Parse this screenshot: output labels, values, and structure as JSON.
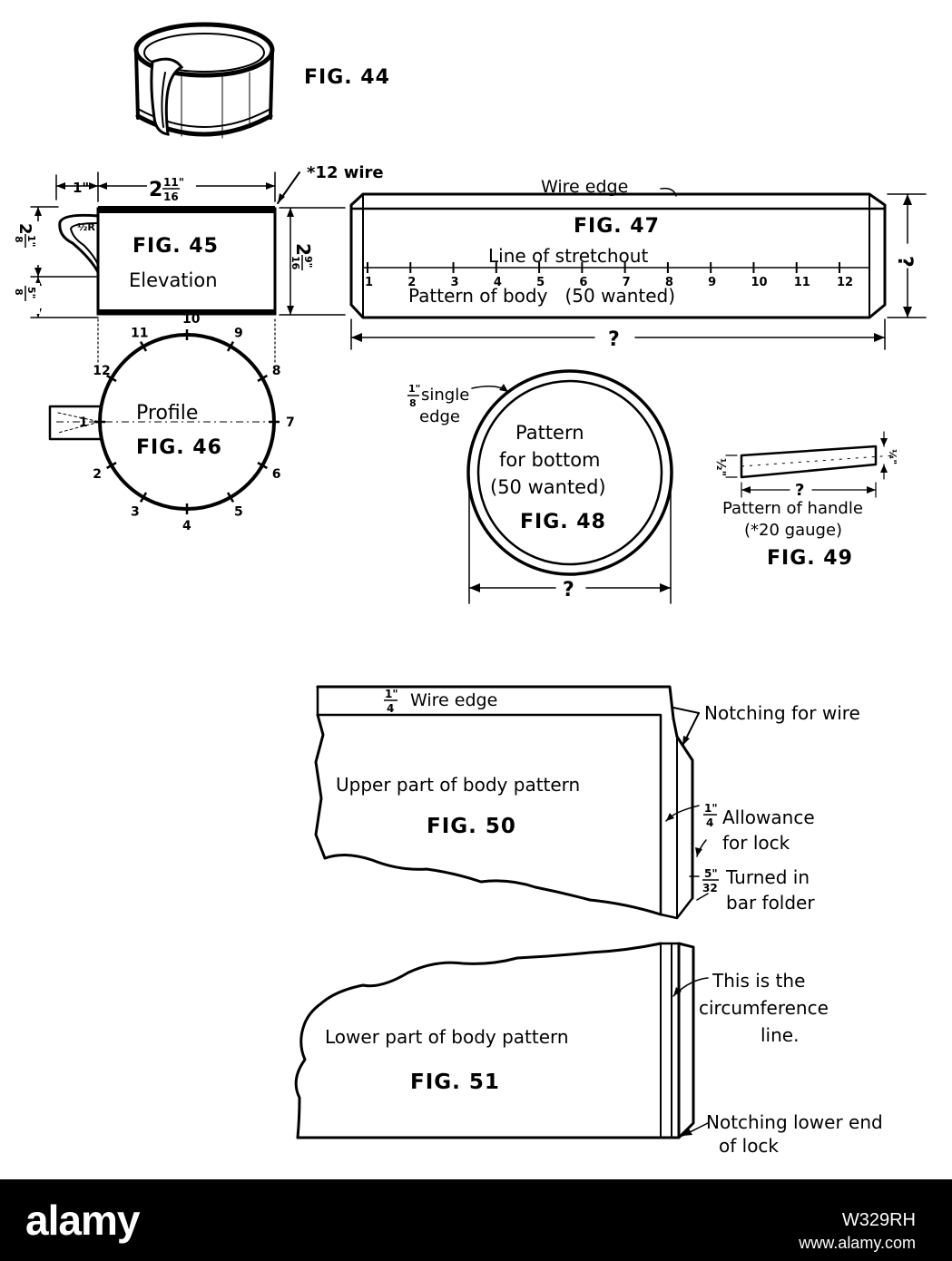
{
  "figures": {
    "fig44": {
      "label": "FIG. 44"
    },
    "fig45": {
      "label": "FIG. 45",
      "sublabel": "Elevation",
      "dim_handle": "1\"",
      "dim_width_whole": "2",
      "dim_width_num": "11\"",
      "dim_width_den": "16",
      "wire_note": "*12 wire",
      "dim_height_whole": "2",
      "dim_height_num": "9\"",
      "dim_height_den": "16",
      "dim_top_whole": "2",
      "dim_top_num": "1\"",
      "dim_top_den": "8",
      "dim_bottom_num": "5\"",
      "dim_bottom_den": "8",
      "radius_note": "½R"
    },
    "fig46": {
      "label": "FIG. 46",
      "sublabel": "Profile",
      "marks": [
        "1",
        "2",
        "3",
        "4",
        "5",
        "6",
        "7",
        "8",
        "9",
        "10",
        "11",
        "12"
      ]
    },
    "fig47": {
      "label": "FIG. 47",
      "wire_edge": "Wire edge",
      "stretchout": "Line of stretchout",
      "pattern": "Pattern of body   (50 wanted)",
      "width_q": "?",
      "height_q": "?",
      "ticks": [
        "1",
        "2",
        "3",
        "4",
        "5",
        "6",
        "7",
        "8",
        "9",
        "10",
        "11",
        "12"
      ]
    },
    "fig48": {
      "label": "FIG. 48",
      "line1": "Pattern",
      "line2": "for bottom",
      "line3": "(50 wanted)",
      "edge_num": "1\"",
      "edge_den": "8",
      "edge_text1": "single",
      "edge_text2": "edge",
      "dia_q": "?"
    },
    "fig49": {
      "label": "FIG. 49",
      "line1": "Pattern of handle",
      "line2": "(*20 gauge)",
      "len_q": "?",
      "wide_dim": "½\"",
      "narrow_dim": "¼\""
    },
    "fig50": {
      "label": "FIG. 50",
      "title": "Upper part of body pattern",
      "wire_num": "1\"",
      "wire_den": "4",
      "wire_text": "Wire edge",
      "notch_wire": "Notching for wire",
      "allow_num": "1\"",
      "allow_den": "4",
      "allow_text1": "Allowance",
      "allow_text2": "for lock",
      "turn_num": "5\"",
      "turn_den": "32",
      "turn_text1": "Turned in",
      "turn_text2": "bar folder"
    },
    "fig51": {
      "label": "FIG. 51",
      "title": "Lower part of body pattern",
      "circ1": "This is the",
      "circ2": "circumference",
      "circ3": "line.",
      "notch1": "Notching lower end",
      "notch2": "of lock"
    }
  },
  "watermark": {
    "logo": "alamy",
    "image_id": "W329RH",
    "url": "www.alamy.com"
  }
}
